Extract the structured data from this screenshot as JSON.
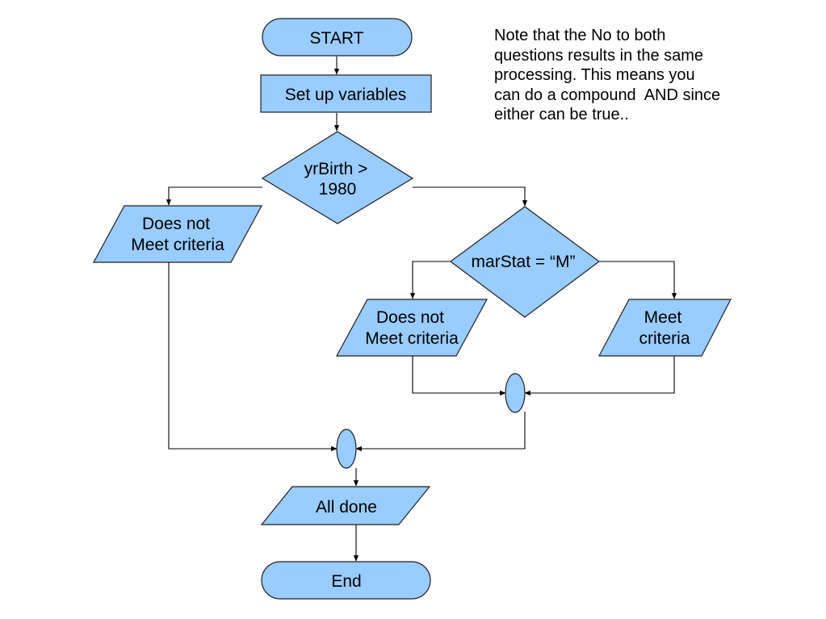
{
  "diagram": {
    "start_label": "START",
    "setup_label": "Set up variables",
    "decision1": {
      "line1": "yrBirth >",
      "line2": "1980"
    },
    "left_output": {
      "line1": "Does not",
      "line2": "Meet criteria"
    },
    "decision2": {
      "label": "marStat = “M”"
    },
    "mid_output": {
      "line1": "Does not",
      "line2": "Meet criteria"
    },
    "right_output": {
      "line1": "Meet",
      "line2": "criteria"
    },
    "all_done_label": "All done",
    "end_label": "End"
  },
  "note": {
    "text": "Note that the No to both\nquestions results in the same\nprocessing. This means you\ncan do a compound  AND since\neither can be true.."
  },
  "colors": {
    "shape_fill": "#99ccff",
    "stroke": "#1f1f1f",
    "line": "#000000",
    "background": "#ffffff"
  }
}
